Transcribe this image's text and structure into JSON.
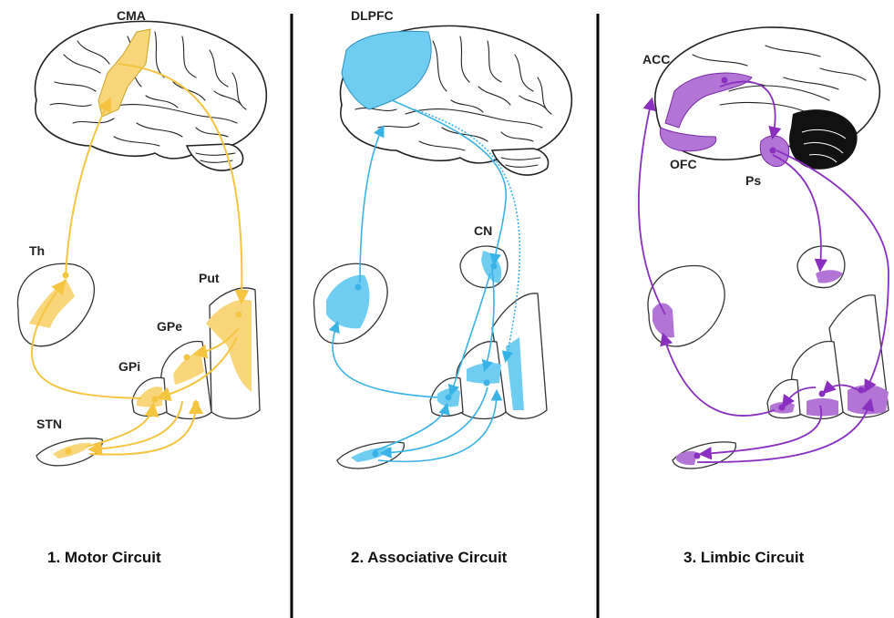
{
  "colors": {
    "motor": "#f5c542",
    "motor_fill": "#f9d67a",
    "associative": "#39b3e6",
    "associative_fill": "#6fcdf2",
    "limbic": "#8a2fc0",
    "limbic_fill": "#b275d6",
    "divider": "#000000"
  },
  "panels": [
    {
      "caption": "1. Motor Circuit",
      "cortex_label": "CMA",
      "nuclei": {
        "th": "Th",
        "put": "Put",
        "gpe": "GPe",
        "gpi": "GPi",
        "stn": "STN"
      }
    },
    {
      "caption": "2. Associative Circuit",
      "cortex_label": "DLPFC",
      "nuclei": {
        "cn": "CN"
      }
    },
    {
      "caption": "3. Limbic Circuit",
      "cortex_labels": {
        "acc": "ACC",
        "ofc": "OFC",
        "ps": "Ps"
      }
    }
  ]
}
